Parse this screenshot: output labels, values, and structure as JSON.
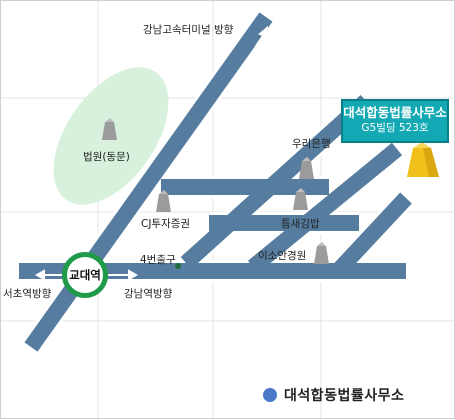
{
  "labels": {
    "highway_bus": "강남고속터미널 방향",
    "court": "법원(동문)",
    "woori_bank": "우리은행",
    "cj_securities": "CJ투자증권",
    "teumsae": "틈새김밥",
    "exit4": "4번출구",
    "isoan": "이소안경원",
    "seocho": "서초역방향",
    "gangnam": "강남역방향"
  },
  "station": {
    "name": "교대역"
  },
  "destination": {
    "name": "대석합동법률사무소",
    "detail": "G5빌딩 523호"
  },
  "legend": {
    "text": "대석합동법률사무소"
  },
  "colors": {
    "road": "#567da0",
    "road_outline": "#ffffff",
    "court_area": "#d8f1dc",
    "station_ring": "#1e9a49",
    "destination": "#f2c01a",
    "callout": "#13a9b4",
    "legend_dot": "#4a78c9"
  },
  "icons": [
    "building-icon",
    "building-icon",
    "building-icon",
    "building-icon",
    "building-icon",
    "destination-building-icon",
    "arrow-icon"
  ]
}
